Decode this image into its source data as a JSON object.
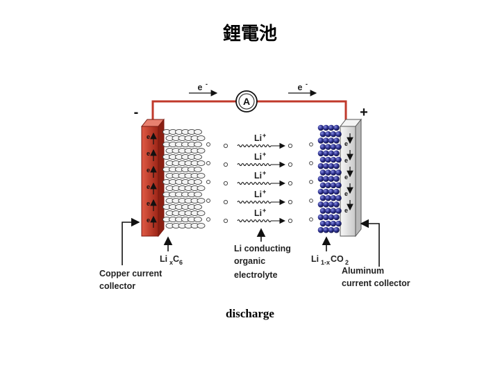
{
  "title": "鋰電池",
  "caption": "discharge",
  "diagram": {
    "negative_sign": "-",
    "positive_sign": "+",
    "ammeter": "A",
    "electron": "e",
    "electron_charge": "-",
    "ion": "Li",
    "ion_charge": "+",
    "anode_label": {
      "main": "Li",
      "sub1": "x",
      "mid": "C",
      "sub2": "6"
    },
    "cathode_label": {
      "main": "Li",
      "sub1": "1-x",
      "mid": "CO",
      "sub2": "2"
    },
    "electrolyte_label": [
      "Li conducting",
      "organic",
      "electrolyte"
    ],
    "copper_label": [
      "Copper current",
      "collector"
    ],
    "aluminum_label": [
      "Aluminum",
      "current collector"
    ],
    "colors": {
      "copper": "#c0392b",
      "wire": "#c0392b",
      "cathode_ball": "#2a2e8c",
      "aluminum": "#e4e4e4"
    }
  }
}
